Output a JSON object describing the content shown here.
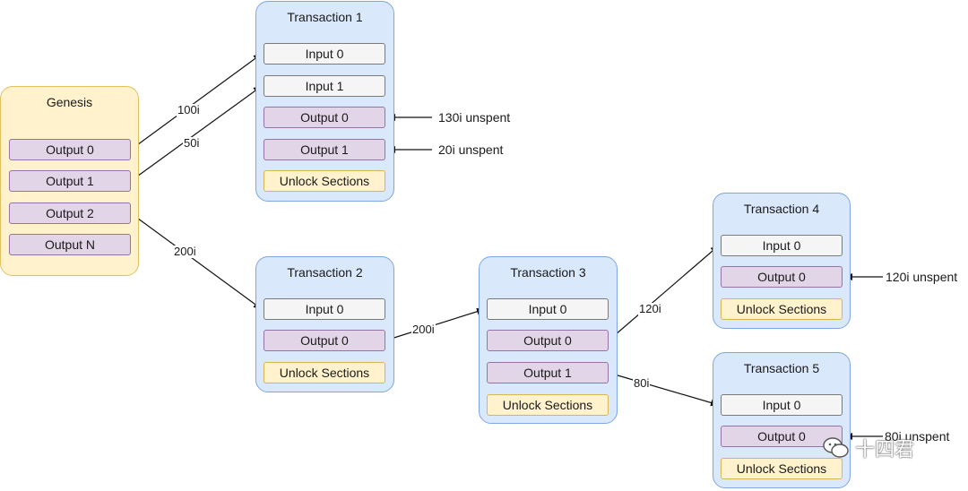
{
  "genesis": {
    "title": "Genesis",
    "outputs": [
      "Output 0",
      "Output 1",
      "Output 2",
      "Output N"
    ]
  },
  "tx1": {
    "title": "Transaction 1",
    "inputs": [
      "Input 0",
      "Input 1"
    ],
    "outputs": [
      "Output 0",
      "Output 1"
    ],
    "unlock": "Unlock Sections"
  },
  "tx2": {
    "title": "Transaction 2",
    "inputs": [
      "Input 0"
    ],
    "outputs": [
      "Output 0"
    ],
    "unlock": "Unlock Sections"
  },
  "tx3": {
    "title": "Transaction 3",
    "inputs": [
      "Input 0"
    ],
    "outputs": [
      "Output 0",
      "Output 1"
    ],
    "unlock": "Unlock Sections"
  },
  "tx4": {
    "title": "Transaction 4",
    "inputs": [
      "Input 0"
    ],
    "outputs": [
      "Output 0"
    ],
    "unlock": "Unlock Sections"
  },
  "tx5": {
    "title": "Transaction 5",
    "inputs": [
      "Input 0"
    ],
    "outputs": [
      "Output 0"
    ],
    "unlock": "Unlock Sections"
  },
  "edges": {
    "g0_t1i0": "100i",
    "g1_t1i1": "50i",
    "g2_t2i0": "200i",
    "t2o0_t3i0": "200i",
    "t3o0_t4i0": "120i",
    "t3o1_t5i0": "80i"
  },
  "notes": {
    "t1o0": "130i unspent",
    "t1o1": "20i unspent",
    "t4o0": "120i unspent",
    "t5o0": "80i unspent"
  },
  "watermark": {
    "text": "十四君",
    "icon": "wechat-icon"
  }
}
